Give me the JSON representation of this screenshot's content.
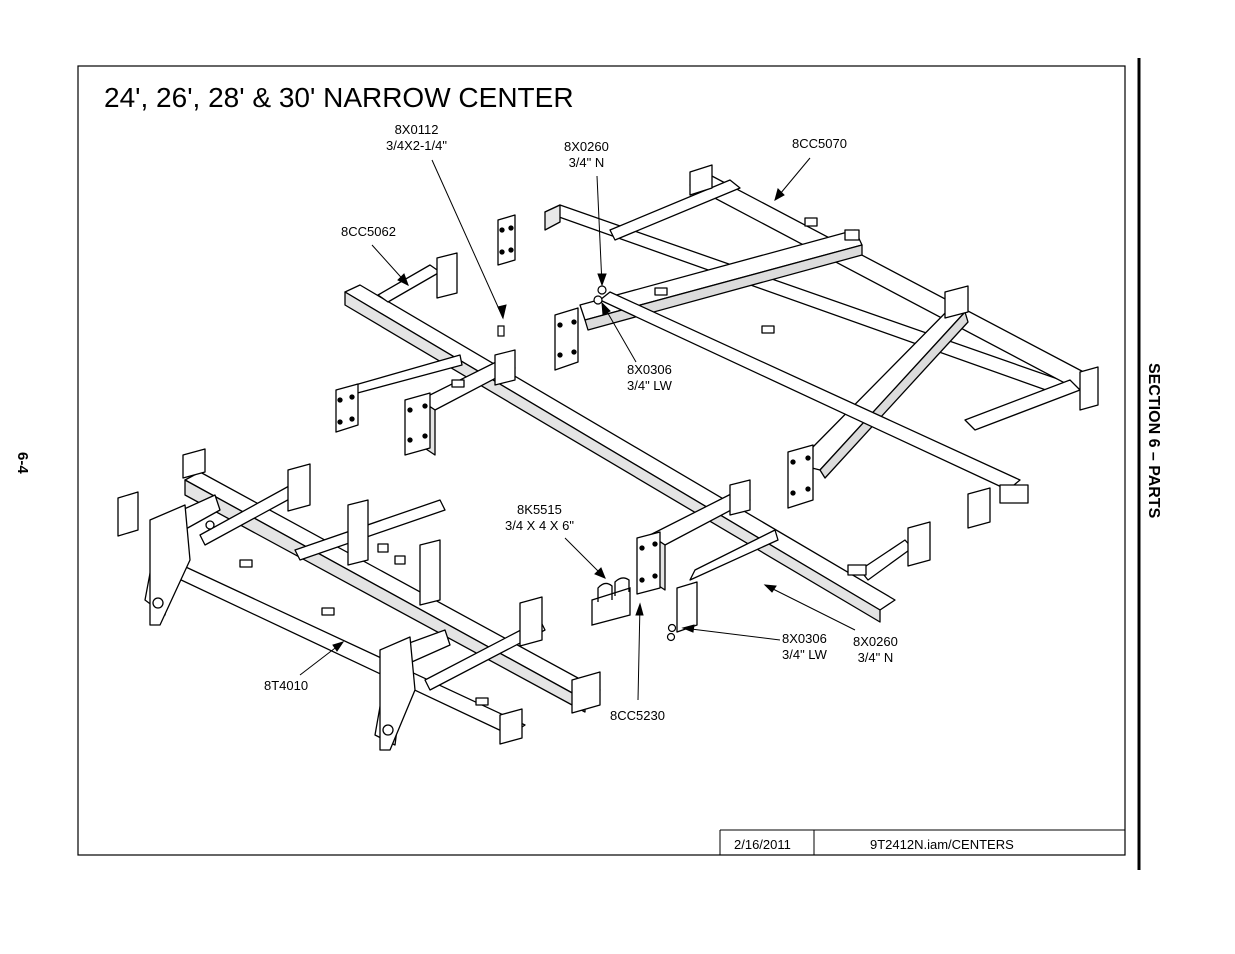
{
  "page": {
    "number": "6-4",
    "section": "SECTION 6 – PARTS"
  },
  "drawing": {
    "title": "24', 26', 28' & 30' NARROW CENTER"
  },
  "callouts": [
    {
      "id": "8X0112",
      "part": "8X0112",
      "desc": "3/4X2-1/4\""
    },
    {
      "id": "8X0260-top",
      "part": "8X0260",
      "desc": "3/4\" N"
    },
    {
      "id": "8CC5070",
      "part": "8CC5070",
      "desc": ""
    },
    {
      "id": "8CC5062",
      "part": "8CC5062",
      "desc": ""
    },
    {
      "id": "8X0306-top",
      "part": "8X0306",
      "desc": "3/4\" LW"
    },
    {
      "id": "8K5515",
      "part": "8K5515",
      "desc": "3/4 X 4 X 6\""
    },
    {
      "id": "8X0306-bottom",
      "part": "8X0306",
      "desc": "3/4\" LW"
    },
    {
      "id": "8X0260-bottom",
      "part": "8X0260",
      "desc": "3/4\" N"
    },
    {
      "id": "8T4010",
      "part": "8T4010",
      "desc": ""
    },
    {
      "id": "8CC5230",
      "part": "8CC5230",
      "desc": ""
    }
  ],
  "title_block": {
    "date": "2/16/2011",
    "file": "9T2412N.iam/CENTERS"
  }
}
